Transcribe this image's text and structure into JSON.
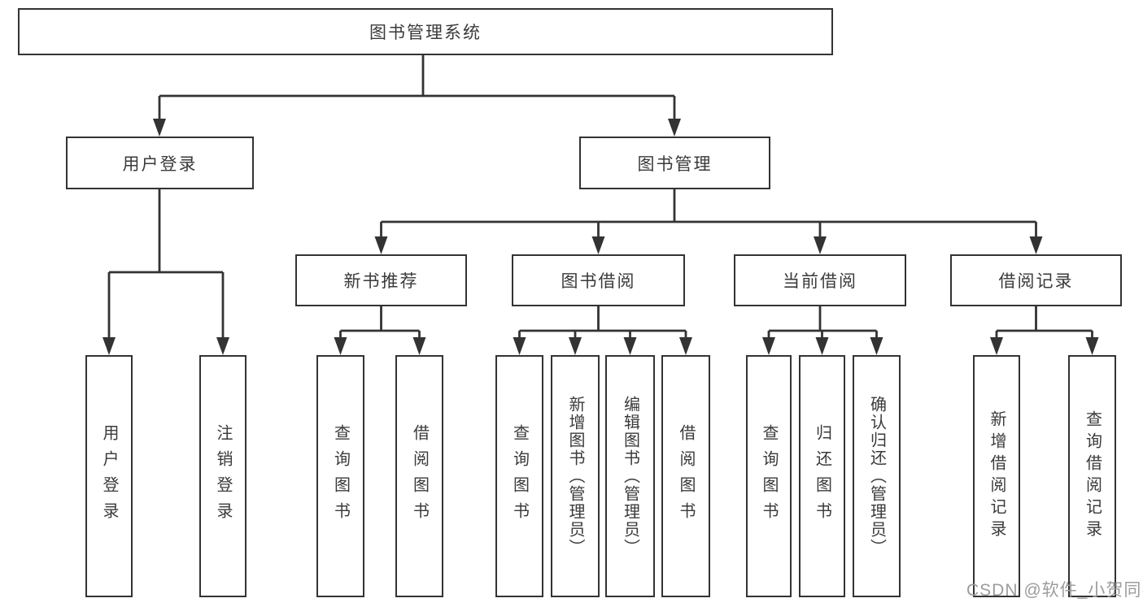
{
  "colors": {
    "line": "#333333",
    "box_border": "#333333",
    "text": "#3a3a3a",
    "background": "#ffffff",
    "watermark": "#9c9c9c"
  },
  "watermark": {
    "text": "CSDN @软件_小贺同学"
  },
  "tree": {
    "root": {
      "label": "图书管理系统"
    },
    "branches": [
      {
        "label": "用户登录",
        "children": [
          {
            "label": "用户登录"
          },
          {
            "label": "注销登录"
          }
        ]
      },
      {
        "label": "图书管理",
        "children": [
          {
            "label": "新书推荐",
            "children": [
              {
                "label": "查询图书"
              },
              {
                "label": "借阅图书"
              }
            ]
          },
          {
            "label": "图书借阅",
            "children": [
              {
                "label": "查询图书"
              },
              {
                "label": "新增图书（管理员）"
              },
              {
                "label": "编辑图书（管理员）"
              },
              {
                "label": "借阅图书"
              }
            ]
          },
          {
            "label": "当前借阅",
            "children": [
              {
                "label": "查询图书"
              },
              {
                "label": "归还图书"
              },
              {
                "label": "确认归还（管理员）"
              }
            ]
          },
          {
            "label": "借阅记录",
            "children": [
              {
                "label": "新增借阅记录"
              },
              {
                "label": "查询借阅记录"
              }
            ]
          }
        ]
      }
    ]
  }
}
